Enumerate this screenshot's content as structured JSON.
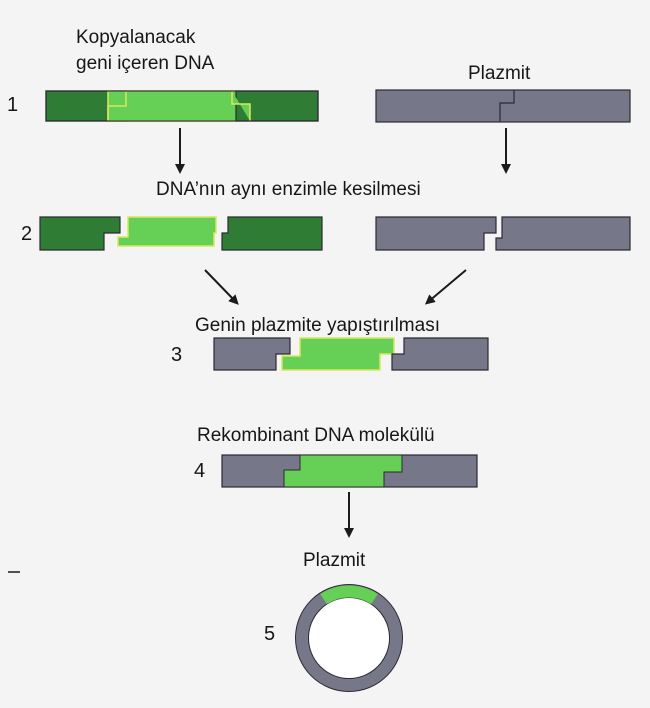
{
  "labels": {
    "dna_title_line1": "Kopyalanacak",
    "dna_title_line2": "geni içeren DNA",
    "plasmid_title": "Plazmit",
    "step2_caption": "DNA’nın aynı enzimle kesilmesi",
    "step3_caption": "Genin plazmite yapıştırılması",
    "step4_caption": "Rekombinant DNA molekülü",
    "step5_caption": "Plazmit"
  },
  "step_numbers": [
    "1",
    "2",
    "3",
    "4",
    "5"
  ],
  "colors": {
    "dna_dark_green": "#2f7d34",
    "gene_light_green": "#66cf55",
    "gene_outline_yellow": "#d8e85c",
    "plasmid_gray": "#77778a",
    "outline": "#2b2b33",
    "background": "#f4f4f5"
  }
}
